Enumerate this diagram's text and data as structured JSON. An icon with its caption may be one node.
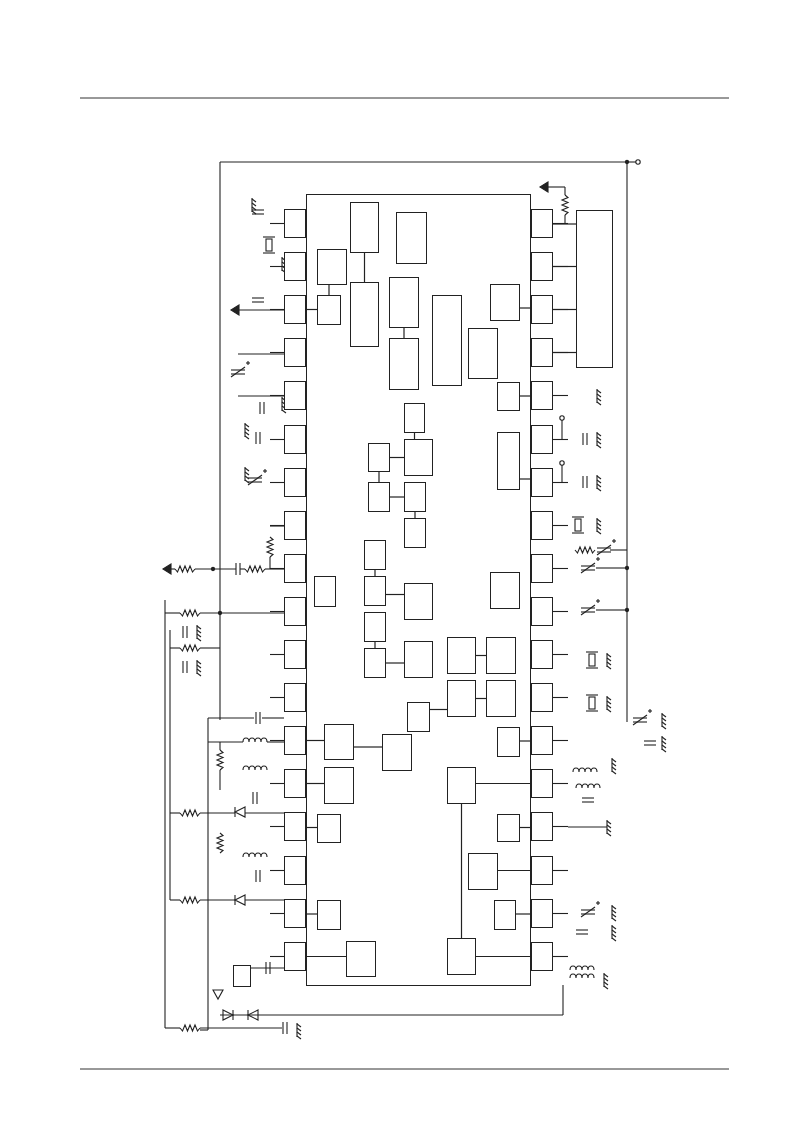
{
  "diagram": {
    "nodes": [
      {
        "text": [],
        "shape": "box"
      },
      {
        "text": [],
        "shape": "box"
      },
      {
        "text": [],
        "shape": "box"
      },
      {
        "text": [],
        "shape": "box"
      },
      {
        "text": [],
        "shape": "box"
      },
      {
        "text": [],
        "shape": "box"
      },
      {
        "text": [],
        "shape": "box"
      },
      {
        "text": [],
        "shape": "box"
      },
      {
        "text": [],
        "shape": "box"
      },
      {
        "text": [],
        "shape": "box"
      },
      {
        "text": [],
        "shape": "box"
      },
      {
        "text": [],
        "shape": "box"
      },
      {
        "text": [],
        "shape": "box"
      },
      {
        "text": [],
        "shape": "box"
      },
      {
        "text": [],
        "shape": "box"
      },
      {
        "text": [],
        "shape": "box"
      },
      {
        "text": [],
        "shape": "box"
      },
      {
        "text": [],
        "shape": "box"
      },
      {
        "text": [],
        "shape": "box"
      },
      {
        "text": [],
        "shape": "box"
      },
      {
        "text": [],
        "shape": "box"
      },
      {
        "text": [],
        "shape": "box"
      },
      {
        "text": [],
        "shape": "box"
      },
      {
        "text": [],
        "shape": "box"
      },
      {
        "text": [],
        "shape": "box"
      },
      {
        "text": [],
        "shape": "box"
      },
      {
        "text": [],
        "shape": "box"
      },
      {
        "text": [],
        "shape": "box"
      },
      {
        "text": [],
        "shape": "box"
      },
      {
        "text": [],
        "shape": "box"
      },
      {
        "text": [],
        "shape": "box"
      },
      {
        "text": [],
        "shape": "box"
      },
      {
        "text": [],
        "shape": "box"
      },
      {
        "text": [],
        "shape": "box"
      },
      {
        "text": [],
        "shape": "box"
      },
      {
        "text": [],
        "shape": "box"
      },
      {
        "text": [],
        "shape": "box"
      },
      {
        "text": [],
        "shape": "box",
        "in": 0
      },
      {
        "text": [],
        "shape": "box",
        "in": 0
      },
      {
        "text": [],
        "shape": "box",
        "in": 0
      },
      {
        "text": [],
        "shape": "box",
        "in": 0
      },
      {
        "text": [],
        "shape": "box",
        "in": 0
      },
      {
        "text": [],
        "shape": "box",
        "in": 0
      },
      {
        "text": [],
        "shape": "box",
        "in": 0
      },
      {
        "text": [],
        "shape": "box",
        "in": 0
      },
      {
        "text": [],
        "shape": "box",
        "in": 0
      },
      {
        "text": [],
        "shape": "box",
        "in": 0
      },
      {
        "text": [],
        "shape": "box",
        "in": 0
      },
      {
        "text": [],
        "shape": "box",
        "in": 0
      },
      {
        "text": [],
        "shape": "box",
        "in": 0
      },
      {
        "text": [],
        "shape": "box",
        "in": 0
      },
      {
        "text": [],
        "shape": "box",
        "in": 0
      },
      {
        "text": [],
        "shape": "box",
        "in": 0
      },
      {
        "text": [],
        "shape": "box",
        "in": 0
      },
      {
        "text": [],
        "shape": "box",
        "in": 0
      },
      {
        "text": [],
        "shape": "box",
        "in": 0
      },
      {
        "text": [],
        "shape": "box",
        "in": 0
      },
      {
        "text": [],
        "shape": "box",
        "in": 0
      },
      {
        "text": [],
        "shape": "box",
        "in": 0
      },
      {
        "text": [],
        "shape": "box",
        "in": 0
      },
      {
        "text": [],
        "shape": "box",
        "in": 0
      },
      {
        "text": [],
        "shape": "box",
        "in": 0
      },
      {
        "text": [],
        "shape": "box",
        "in": 0
      },
      {
        "text": [],
        "shape": "box",
        "in": 0
      },
      {
        "text": [],
        "shape": "box",
        "in": 0
      },
      {
        "text": [],
        "shape": "box",
        "in": 0
      },
      {
        "text": [],
        "shape": "box",
        "in": 0
      },
      {
        "text": [],
        "shape": "box",
        "in": 0
      },
      {
        "text": [],
        "shape": "box",
        "in": 0
      },
      {
        "text": [],
        "shape": "box",
        "in": 0
      },
      {
        "text": [],
        "shape": "box",
        "in": 0
      },
      {
        "text": [],
        "shape": "box",
        "in": 0
      },
      {
        "text": [],
        "shape": "box",
        "in": 0
      },
      {
        "text": [],
        "shape": "box",
        "in": 0
      },
      {
        "text": [],
        "shape": "box",
        "in": 0
      },
      {
        "text": [],
        "shape": "box",
        "in": 0
      },
      {
        "text": [],
        "shape": "box",
        "in": 0
      },
      {
        "text": [],
        "shape": "box",
        "in": 0
      },
      {
        "text": [],
        "shape": "box",
        "in": 0
      },
      {
        "text": [],
        "shape": "box",
        "in": 0
      },
      {
        "text": [],
        "shape": "box"
      },
      {
        "text": [],
        "shape": "box"
      }
    ],
    "edges": [
      {
        "from": 3,
        "to": 40,
        "arrow": "none"
      },
      {
        "from": 40,
        "to": 39,
        "arrow": "none"
      },
      {
        "from": 37,
        "to": 41,
        "arrow": "none"
      },
      {
        "from": 42,
        "to": 43,
        "arrow": "none"
      },
      {
        "from": 21,
        "to": 45,
        "arrow": "none"
      },
      {
        "from": 23,
        "to": 47,
        "arrow": "none"
      },
      {
        "from": 25,
        "to": 49,
        "arrow": "none"
      },
      {
        "from": 48,
        "to": 51,
        "arrow": "none"
      },
      {
        "from": 50,
        "to": 51,
        "arrow": "none"
      },
      {
        "from": 50,
        "to": 52,
        "arrow": "none"
      },
      {
        "from": 52,
        "to": 53,
        "arrow": "none"
      },
      {
        "from": 53,
        "to": 54,
        "arrow": "none"
      },
      {
        "from": 55,
        "to": 57,
        "arrow": "none"
      },
      {
        "from": 57,
        "to": 58,
        "arrow": "none"
      },
      {
        "from": 60,
        "to": 61,
        "arrow": "none"
      },
      {
        "from": 61,
        "to": 62,
        "arrow": "none"
      },
      {
        "from": 63,
        "to": 64,
        "arrow": "none"
      },
      {
        "from": 65,
        "to": 66,
        "arrow": "none"
      },
      {
        "from": 67,
        "to": 65,
        "arrow": "none"
      },
      {
        "from": 13,
        "to": 68,
        "arrow": "none"
      },
      {
        "from": 68,
        "to": 69,
        "arrow": "none"
      },
      {
        "from": 70,
        "to": 31,
        "arrow": "none"
      },
      {
        "from": 14,
        "to": 71,
        "arrow": "none"
      },
      {
        "from": 72,
        "to": 32,
        "arrow": "none"
      },
      {
        "from": 15,
        "to": 73,
        "arrow": "none"
      },
      {
        "from": 74,
        "to": 33,
        "arrow": "none"
      },
      {
        "from": 75,
        "to": 34,
        "arrow": "none"
      },
      {
        "from": 17,
        "to": 76,
        "arrow": "none"
      },
      {
        "from": 77,
        "to": 35,
        "arrow": "none"
      },
      {
        "from": 18,
        "to": 78,
        "arrow": "none"
      },
      {
        "from": 79,
        "to": 36,
        "arrow": "none"
      },
      {
        "from": 72,
        "to": 79,
        "arrow": "none"
      },
      {
        "from": 19,
        "to": 80,
        "arrow": "none"
      },
      {
        "from": 20,
        "to": 80,
        "arrow": "none"
      },
      {
        "from": 21,
        "to": 80,
        "arrow": "none"
      },
      {
        "from": 22,
        "to": 80,
        "arrow": "none"
      },
      {
        "from": 81,
        "to": 18,
        "arrow": "none"
      }
    ]
  }
}
